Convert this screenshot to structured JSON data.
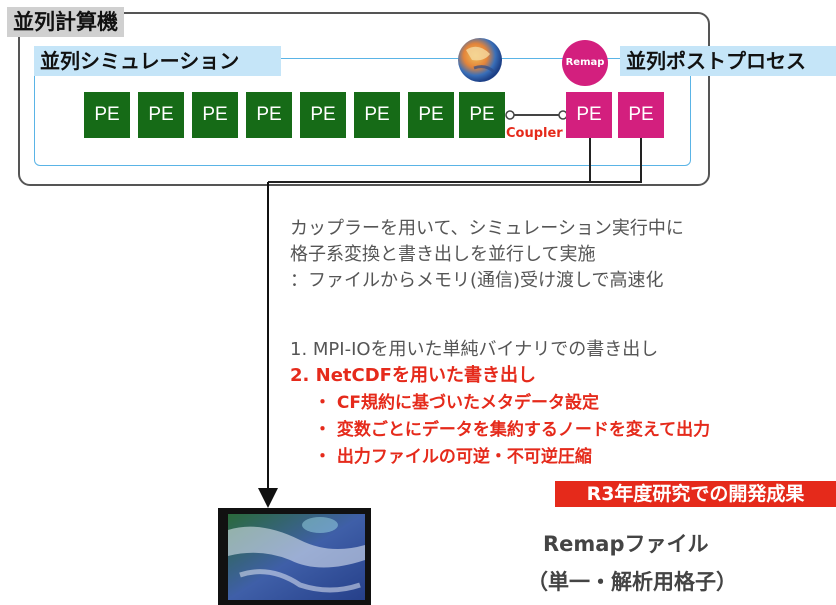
{
  "labels": {
    "computer": "並列計算機",
    "simulation": "並列シミュレーション",
    "post_process": "並列ポストプロセス",
    "remap": "Remap",
    "coupler": "Coupler",
    "pe": "PE"
  },
  "description": {
    "line1": "カップラーを用いて、シミュレーション実行中に",
    "line2": "格子系変換と書き出しを並行して実施",
    "line3": "：ファイルからメモリ(通信)受け渡しで高速化"
  },
  "list": {
    "item1": "1. MPI-IOを用いた単純バイナリでの書き出し",
    "item2": "2. NetCDFを用いた書き出し",
    "sub1": "・ CF規約に基づいたメタデータ設定",
    "sub2": "・ 変数ごとにデータを集約するノードを変えて出力",
    "sub3": "・ 出力ファイルの可逆・不可逆圧縮"
  },
  "result_badge": "R3年度研究での開発成果",
  "output": {
    "line1": "Remapファイル",
    "line2": "（単一・解析用格子）"
  },
  "colors": {
    "sim_pe": "#166b17",
    "post_pe": "#d31f7e",
    "highlight": "#e52a1b",
    "label_bg": "#c5e5f8"
  }
}
